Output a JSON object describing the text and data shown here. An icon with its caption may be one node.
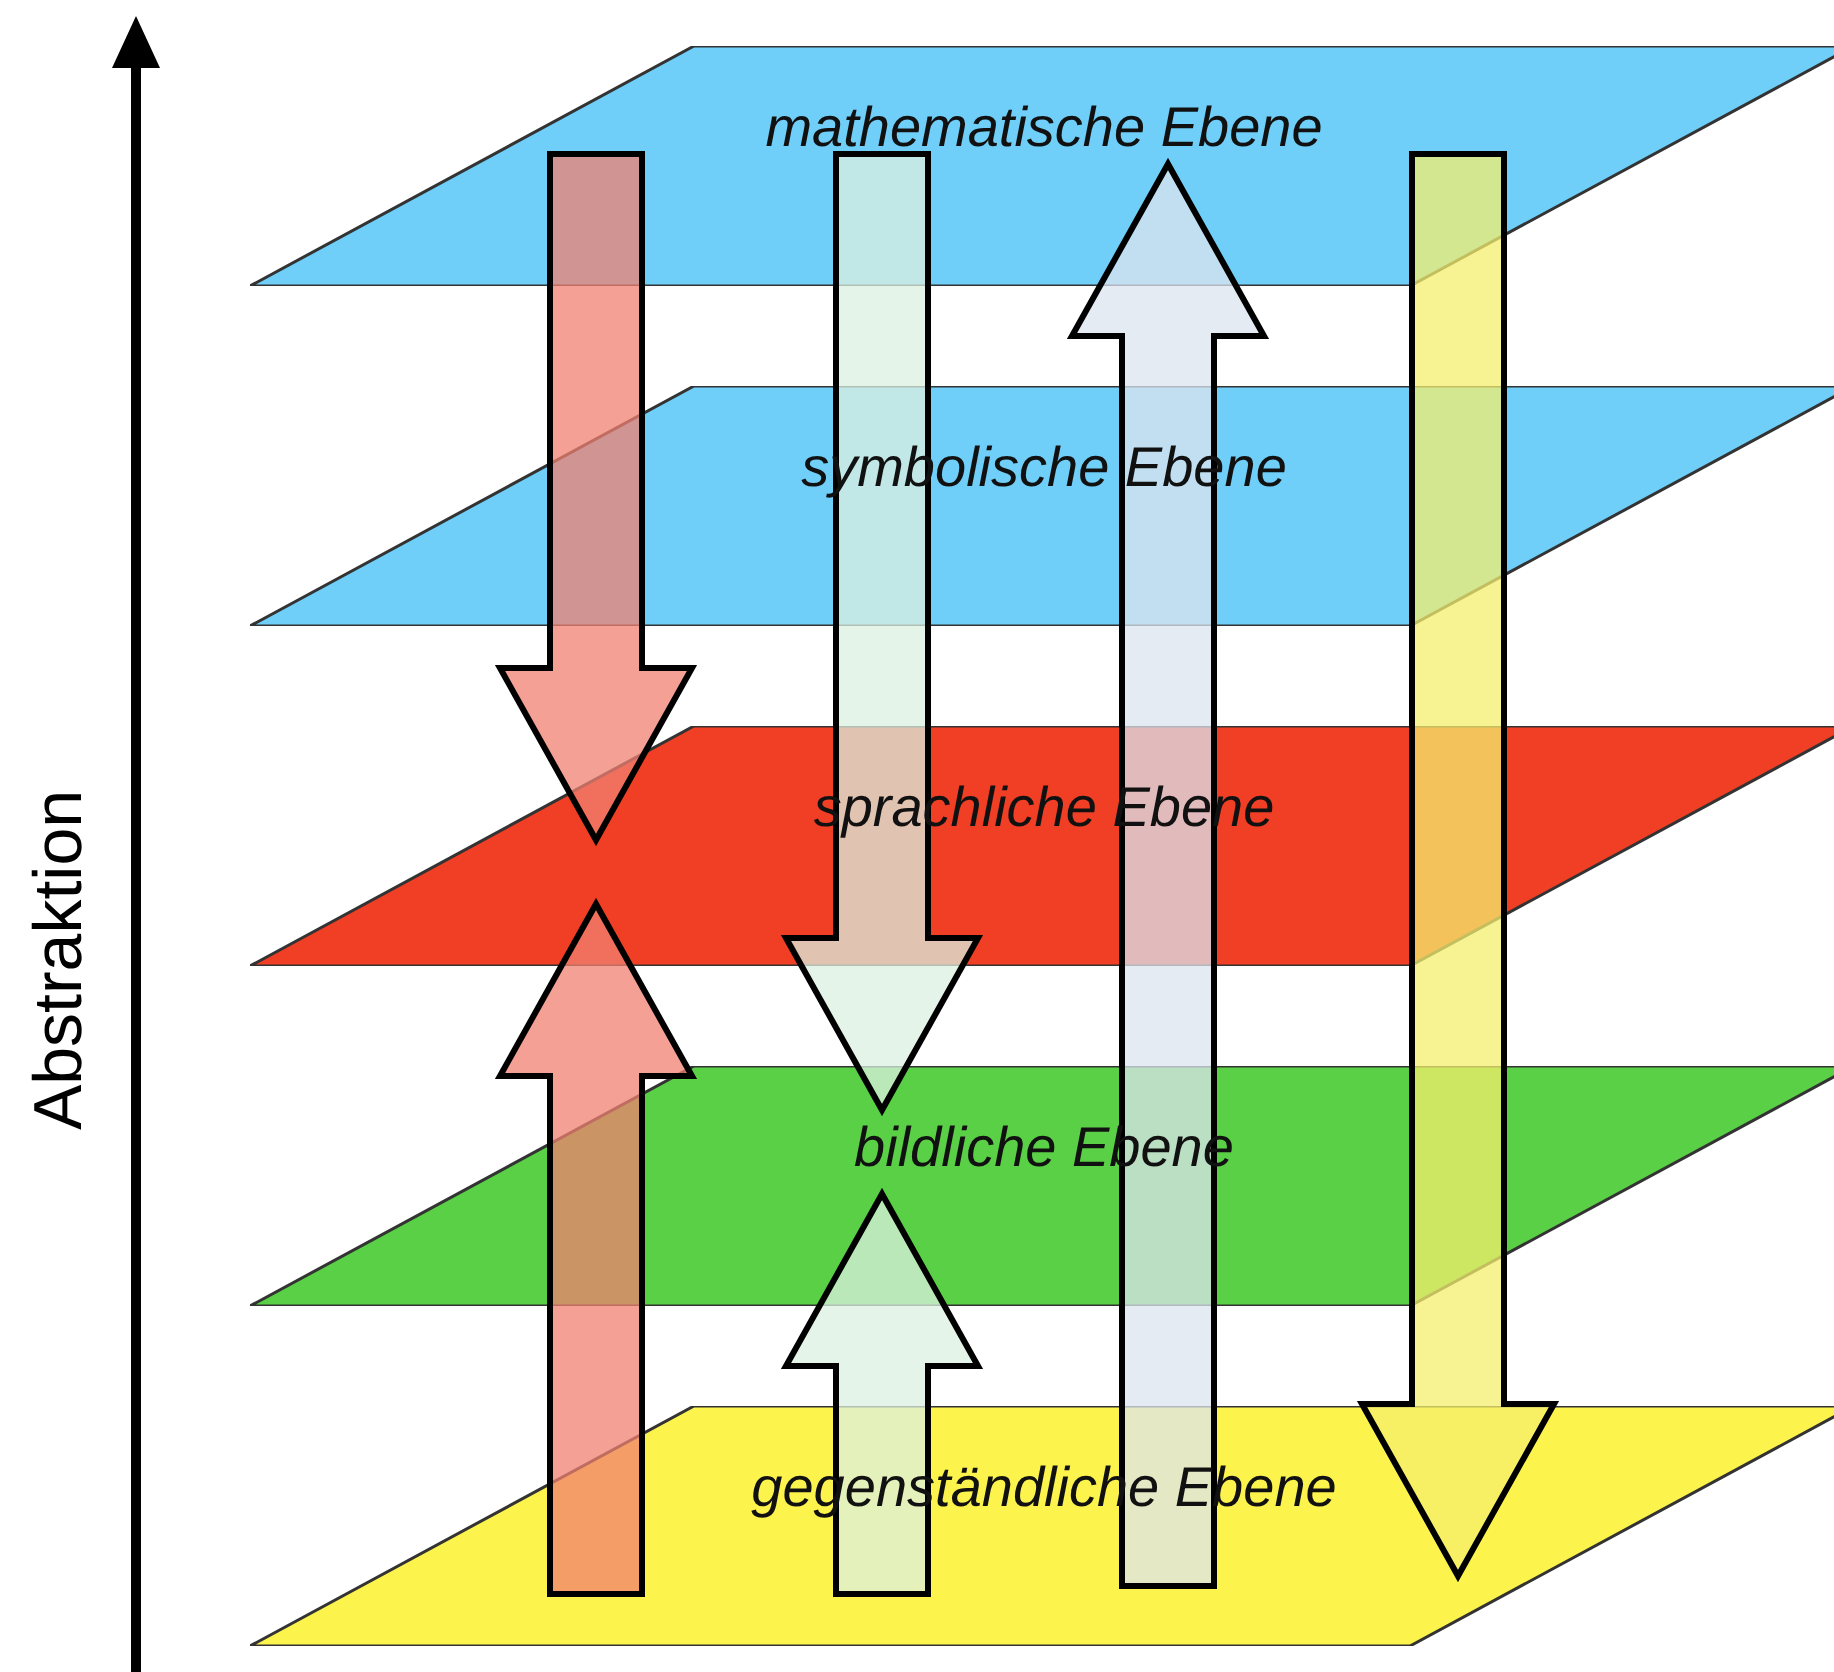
{
  "diagram": {
    "nodes": [
      {
        "text": [
          "mathematische Ebene"
        ]
      },
      {
        "text": [
          "symbolische Ebene"
        ]
      },
      {
        "text": [
          "sprachliche Ebene"
        ]
      },
      {
        "text": [
          "bildliche Ebene"
        ]
      },
      {
        "text": [
          "gegenständliche Ebene"
        ]
      }
    ],
    "edges": [
      {
        "from": 0,
        "to": 2,
        "arrow": "to",
        "style": "thick",
        "color": "#f08070"
      },
      {
        "from": 4,
        "to": 2,
        "arrow": "to",
        "style": "thick",
        "color": "#f08070"
      },
      {
        "from": 0,
        "to": 3,
        "arrow": "to",
        "style": "thick",
        "color": "#dcf0e0"
      },
      {
        "from": 4,
        "to": 3,
        "arrow": "to",
        "style": "thick",
        "color": "#dcf0e0"
      },
      {
        "from": 4,
        "to": 0,
        "arrow": "to",
        "style": "thick",
        "color": "#dce4ee"
      },
      {
        "from": 0,
        "to": 4,
        "arrow": "to",
        "style": "thick",
        "color": "#f4ef6e"
      }
    ],
    "labels": [
      "Abstraktion"
    ]
  }
}
